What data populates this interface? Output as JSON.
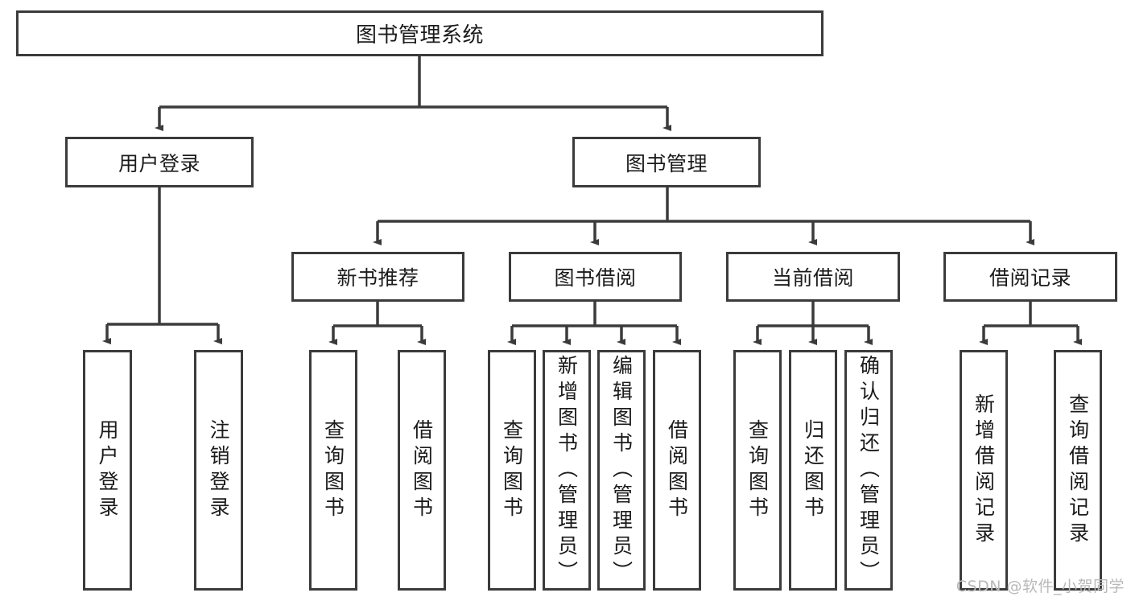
{
  "diagram": {
    "title": "图书管理系统",
    "type": "tree-hierarchy-diagram",
    "colors": {
      "stroke": "#3b3b3b",
      "fill": "#ffffff",
      "text": "#1b1b1b",
      "watermark": "#b9b9b9"
    },
    "root": {
      "label": "图书管理系统"
    },
    "level2": [
      {
        "label": "用户登录"
      },
      {
        "label": "图书管理"
      }
    ],
    "level3": [
      {
        "label": "新书推荐"
      },
      {
        "label": "图书借阅"
      },
      {
        "label": "当前借阅"
      },
      {
        "label": "借阅记录"
      }
    ],
    "leaves": {
      "user_login": [
        {
          "label": "用户登录"
        },
        {
          "label": "注销登录"
        }
      ],
      "new_book_recommend": [
        {
          "label": "查询图书"
        },
        {
          "label": "借阅图书"
        }
      ],
      "book_borrow": [
        {
          "label": "查询图书"
        },
        {
          "label": "新增图书（管理员）"
        },
        {
          "label": "编辑图书（管理员）"
        },
        {
          "label": "借阅图书"
        }
      ],
      "current_borrow": [
        {
          "label": "查询图书"
        },
        {
          "label": "归还图书"
        },
        {
          "label": "确认归还（管理员）"
        }
      ],
      "borrow_record": [
        {
          "label": "新增借阅记录"
        },
        {
          "label": "查询借阅记录"
        }
      ]
    }
  },
  "watermark": {
    "text": "CSDN @软件_小贺同学"
  }
}
